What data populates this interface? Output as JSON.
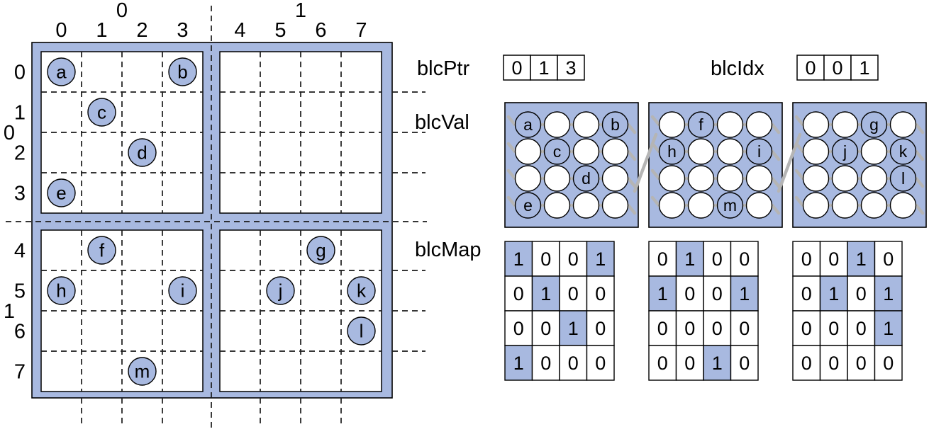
{
  "title": "Blocked sparse matrix storage diagram",
  "colors": {
    "accent": "#a8b9e0",
    "gray_line": "#b5b5b5",
    "outline": "#000000"
  },
  "matrix": {
    "block_col_labels": [
      "0",
      "1"
    ],
    "block_row_labels": [
      "0",
      "1"
    ],
    "col_labels": [
      "0",
      "1",
      "2",
      "3",
      "4",
      "5",
      "6",
      "7"
    ],
    "row_labels": [
      "0",
      "1",
      "2",
      "3",
      "4",
      "5",
      "6",
      "7"
    ],
    "entries": [
      {
        "label": "a",
        "row": 0,
        "col": 0
      },
      {
        "label": "b",
        "row": 0,
        "col": 3
      },
      {
        "label": "c",
        "row": 1,
        "col": 1
      },
      {
        "label": "d",
        "row": 2,
        "col": 2
      },
      {
        "label": "e",
        "row": 3,
        "col": 0
      },
      {
        "label": "f",
        "row": 4,
        "col": 1
      },
      {
        "label": "g",
        "row": 4,
        "col": 6
      },
      {
        "label": "h",
        "row": 5,
        "col": 0
      },
      {
        "label": "i",
        "row": 5,
        "col": 3
      },
      {
        "label": "j",
        "row": 5,
        "col": 5
      },
      {
        "label": "k",
        "row": 5,
        "col": 7
      },
      {
        "label": "l",
        "row": 6,
        "col": 7
      },
      {
        "label": "m",
        "row": 7,
        "col": 2
      }
    ]
  },
  "arrays": {
    "blcPtr": {
      "label": "blcPtr",
      "values": [
        "0",
        "1",
        "3"
      ]
    },
    "blcIdx": {
      "label": "blcIdx",
      "values": [
        "0",
        "0",
        "1"
      ]
    }
  },
  "blcVal": {
    "label": "blcVal",
    "blocks": [
      [
        [
          "a",
          "",
          "",
          "b"
        ],
        [
          "",
          "c",
          "",
          ""
        ],
        [
          "",
          "",
          "d",
          ""
        ],
        [
          "e",
          "",
          "",
          ""
        ]
      ],
      [
        [
          "",
          "f",
          "",
          ""
        ],
        [
          "h",
          "",
          "",
          "i"
        ],
        [
          "",
          "",
          "",
          ""
        ],
        [
          "",
          "",
          "m",
          ""
        ]
      ],
      [
        [
          "",
          "",
          "g",
          ""
        ],
        [
          "",
          "j",
          "",
          "k"
        ],
        [
          "",
          "",
          "",
          "l"
        ],
        [
          "",
          "",
          "",
          ""
        ]
      ]
    ]
  },
  "blcMap": {
    "label": "blcMap",
    "blocks": [
      [
        [
          "1",
          "0",
          "0",
          "1"
        ],
        [
          "0",
          "1",
          "0",
          "0"
        ],
        [
          "0",
          "0",
          "1",
          "0"
        ],
        [
          "1",
          "0",
          "0",
          "0"
        ]
      ],
      [
        [
          "0",
          "1",
          "0",
          "0"
        ],
        [
          "1",
          "0",
          "0",
          "1"
        ],
        [
          "0",
          "0",
          "0",
          "0"
        ],
        [
          "0",
          "0",
          "1",
          "0"
        ]
      ],
      [
        [
          "0",
          "0",
          "1",
          "0"
        ],
        [
          "0",
          "1",
          "0",
          "1"
        ],
        [
          "0",
          "0",
          "0",
          "1"
        ],
        [
          "0",
          "0",
          "0",
          "0"
        ]
      ]
    ]
  }
}
